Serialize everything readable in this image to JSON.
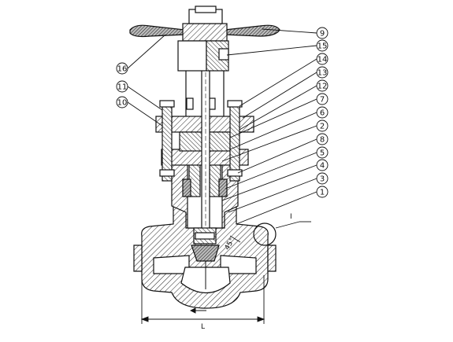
{
  "callouts": [
    {
      "id": "9",
      "text": "9"
    },
    {
      "id": "15",
      "text": "15"
    },
    {
      "id": "14",
      "text": "14"
    },
    {
      "id": "13",
      "text": "13"
    },
    {
      "id": "12",
      "text": "12"
    },
    {
      "id": "7",
      "text": "7"
    },
    {
      "id": "6",
      "text": "6"
    },
    {
      "id": "2",
      "text": "2"
    },
    {
      "id": "8",
      "text": "8"
    },
    {
      "id": "5",
      "text": "5"
    },
    {
      "id": "4",
      "text": "4"
    },
    {
      "id": "3",
      "text": "3"
    },
    {
      "id": "1",
      "text": "1"
    },
    {
      "id": "16",
      "text": "16"
    },
    {
      "id": "11",
      "text": "11"
    },
    {
      "id": "10",
      "text": "10"
    }
  ],
  "labels": {
    "detail": "I",
    "dimension": "L",
    "angle": "45°"
  }
}
